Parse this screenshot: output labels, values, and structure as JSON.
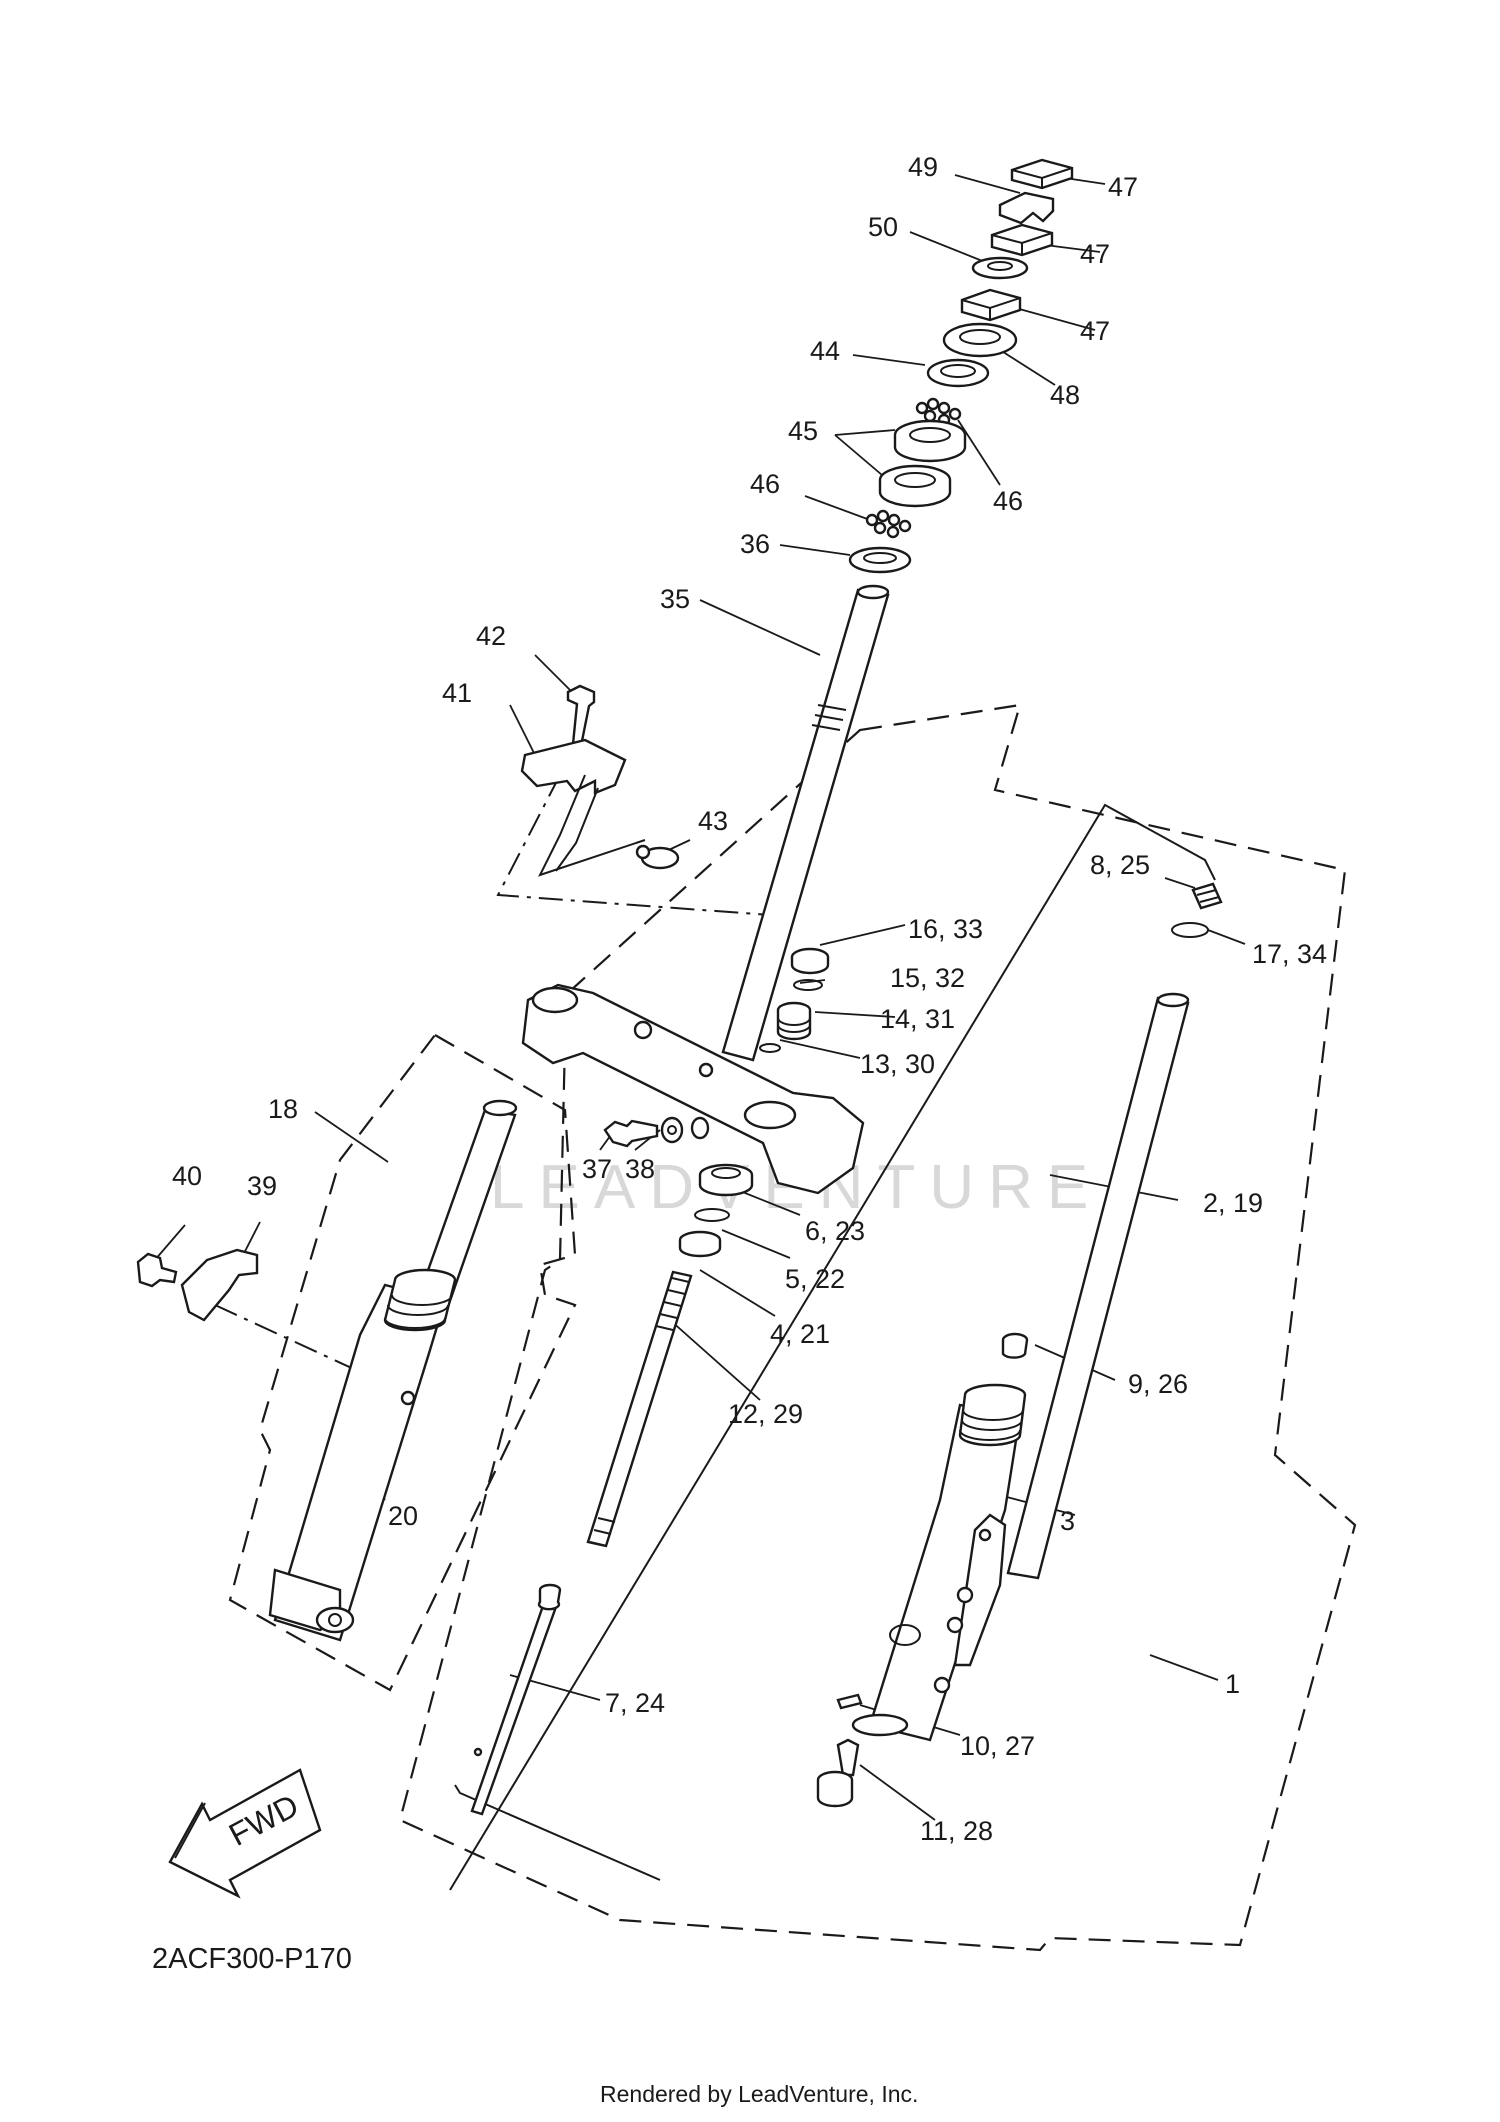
{
  "diagram": {
    "code": "2ACF300-P170",
    "credit": "Rendered by LeadVenture, Inc.",
    "watermark": "LEADVENTURE",
    "fwd_label": "FWD",
    "callouts": [
      "49",
      "47",
      "50",
      "47",
      "47",
      "44",
      "48",
      "45",
      "46",
      "46",
      "36",
      "35",
      "42",
      "41",
      "43",
      "8, 25",
      "16, 33",
      "17, 34",
      "15, 32",
      "14, 31",
      "13, 30",
      "18",
      "37",
      "38",
      "6, 23",
      "5, 22",
      "4, 21",
      "2, 19",
      "40",
      "39",
      "12, 29",
      "9, 26",
      "20",
      "3",
      "1",
      "7, 24",
      "10, 27",
      "11, 28"
    ]
  }
}
